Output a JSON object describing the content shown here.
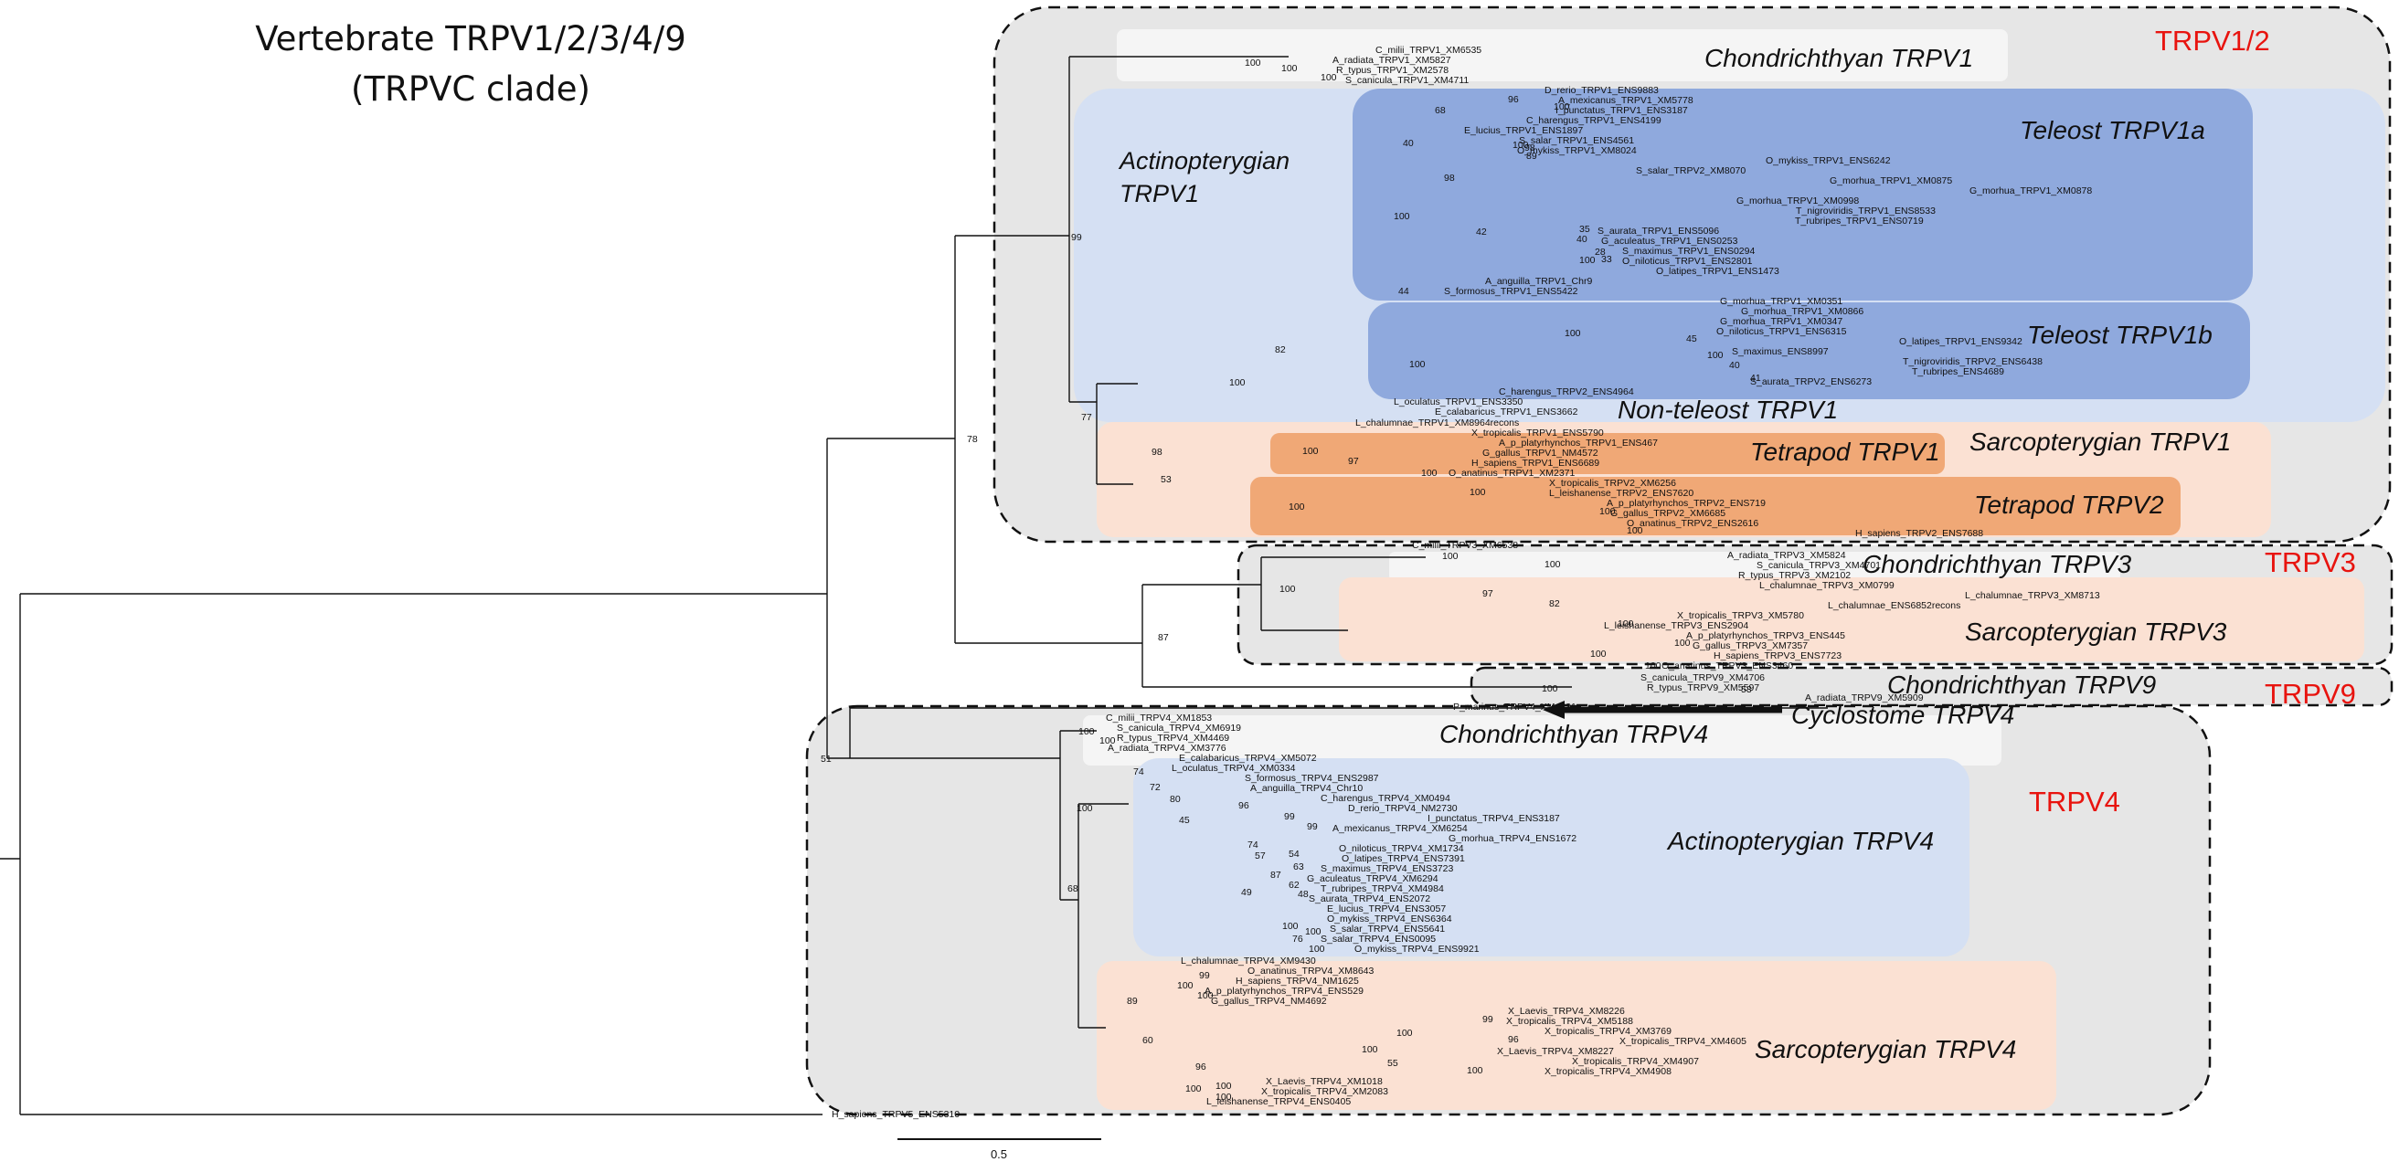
{
  "title_lines": [
    "Vertebrate TRPV1/2/3/4/9",
    "(TRPVC clade)"
  ],
  "clade_labels": [
    "TRPV1/2",
    "TRPV3",
    "TRPV9",
    "TRPV4"
  ],
  "group_labels": [
    "Chondrichthyan TRPV1",
    "Actinopterygian TRPV1",
    "Teleost TRPV1a",
    "Teleost TRPV1b",
    "Non-teleost TRPV1",
    "Sarcopterygian TRPV1",
    "Tetrapod TRPV1",
    "Tetrapod TRPV2",
    "Chondrichthyan TRPV3",
    "Sarcopterygian TRPV3",
    "Chondrichthyan TRPV9",
    "Cyclostome TRPV4",
    "Chondrichthyan TRPV4",
    "Actinopterygian TRPV4",
    "Sarcopterygian TRPV4"
  ],
  "scale_bar": "0.5",
  "colors": {
    "clade_red": "#e8140f",
    "clade_box_fill": "#e6e6e6",
    "chondrichthyan_fill": "#f5f5f5",
    "actinopterygian_fill": "#d5e0f3",
    "teleost_fill": "#8fa9dd",
    "sarcopterygian_fill": "#fbe1d3",
    "tetrapod_fill": "#f0a876"
  },
  "tree": {
    "leaves": [
      "C_milii_TRPV1_XM6535",
      "A_radiata_TRPV1_XM5827",
      "R_typus_TRPV1_XM2578",
      "S_canicula_TRPV1_XM4711",
      "D_rerio_TRPV1_ENS9883",
      "A_mexicanus_TRPV1_XM5778",
      "I_punctatus_TRPV1_ENS3187",
      "C_harengus_TRPV1_ENS4199",
      "E_lucius_TRPV1_ENS1897",
      "S_salar_TRPV1_ENS4561",
      "O_mykiss_TRPV1_XM8024",
      "O_mykiss_TRPV1_ENS6242",
      "S_salar_TRPV2_XM8070",
      "G_morhua_TRPV1_XM0875",
      "G_morhua_TRPV1_XM0878",
      "G_morhua_TRPV1_XM0998",
      "T_nigroviridis_TRPV1_ENS8533",
      "T_rubripes_TRPV1_ENS0719",
      "S_aurata_TRPV1_ENS5096",
      "G_aculeatus_TRPV1_ENS0253",
      "S_maximus_TRPV1_ENS0294",
      "O_niloticus_TRPV1_ENS2801",
      "O_latipes_TRPV1_ENS1473",
      "A_anguilla_TRPV1_Chr9",
      "S_formosus_TRPV1_ENS5422",
      "G_morhua_TRPV1_XM0351",
      "G_morhua_TRPV1_XM0866",
      "G_morhua_TRPV1_XM0347",
      "O_niloticus_TRPV1_ENS6315",
      "O_latipes_TRPV1_ENS9342",
      "S_maximus_ENS8997",
      "T_nigroviridis_TRPV2_ENS6438",
      "T_rubripes_ENS4689",
      "S_aurata_TRPV2_ENS6273",
      "C_harengus_TRPV2_ENS4964",
      "L_oculatus_TRPV1_ENS3350",
      "E_calabaricus_TRPV1_ENS3662",
      "L_chalumnae_TRPV1_XM8964recons",
      "X_tropicalis_TRPV1_ENS5790",
      "A_p_platyrhynchos_TRPV1_ENS467",
      "G_gallus_TRPV1_NM4572",
      "H_sapiens_TRPV1_ENS6689",
      "O_anatinus_TRPV1_XM2371",
      "X_tropicalis_TRPV2_XM6256",
      "L_leishanense_TRPV2_ENS7620",
      "A_p_platyrhynchos_TRPV2_ENS719",
      "G_gallus_TRPV2_XM6685",
      "O_anatinus_TRPV2_ENS2616",
      "H_sapiens_TRPV2_ENS7688",
      "C_milii_TRPV3_XM6538",
      "A_radiata_TRPV3_XM5824",
      "S_canicula_TRPV3_XM4701",
      "R_typus_TRPV3_XM2102",
      "L_chalumnae_TRPV3_XM0799",
      "L_chalumnae_TRPV3_XM8713",
      "L_chalumnae_ENS6852recons",
      "X_tropicalis_TRPV3_XM5780",
      "L_leishanense_TRPV3_ENS2904",
      "A_p_platyrhynchos_TRPV3_ENS445",
      "G_gallus_TRPV3_XM7357",
      "H_sapiens_TRPV3_ENS7723",
      "O_anatinus_TRPV3_ENS3460",
      "S_canicula_TRPV9_XM4706",
      "R_typus_TRPV9_XM5597",
      "A_radiata_TRPV9_XM5909",
      "P_marinus_TRPV4_XM4231",
      "C_milii_TRPV4_XM1853",
      "S_canicula_TRPV4_XM6919",
      "R_typus_TRPV4_XM4469",
      "A_radiata_TRPV4_XM3776",
      "E_calabaricus_TRPV4_XM5072",
      "L_oculatus_TRPV4_XM0334",
      "S_formosus_TRPV4_ENS2987",
      "A_anguilla_TRPV4_Chr10",
      "C_harengus_TRPV4_XM0494",
      "D_rerio_TRPV4_NM2730",
      "I_punctatus_TRPV4_ENS3187",
      "A_mexicanus_TRPV4_XM6254",
      "G_morhua_TRPV4_ENS1672",
      "O_niloticus_TRPV4_XM1734",
      "O_latipes_TRPV4_ENS7391",
      "S_maximus_TRPV4_ENS3723",
      "G_aculeatus_TRPV4_XM6294",
      "T_rubripes_TRPV4_XM4984",
      "S_aurata_TRPV4_ENS2072",
      "E_lucius_TRPV4_ENS3057",
      "O_mykiss_TRPV4_ENS6364",
      "S_salar_TRPV4_ENS5641",
      "S_salar_TRPV4_ENS0095",
      "O_mykiss_TRPV4_ENS9921",
      "L_chalumnae_TRPV4_XM9430",
      "O_anatinus_TRPV4_XM8643",
      "H_sapiens_TRPV4_NM1625",
      "A_p_platyrhynchos_TRPV4_ENS529",
      "G_gallus_TRPV4_NM4692",
      "X_Laevis_TRPV4_XM8226",
      "X_tropicalis_TRPV4_XM5188",
      "X_tropicalis_TRPV4_XM3769",
      "X_tropicalis_TRPV4_XM4605",
      "X_Laevis_TRPV4_XM8227",
      "X_tropicalis_TRPV4_XM4907",
      "X_tropicalis_TRPV4_XM4908",
      "X_Laevis_TRPV4_XM1018",
      "X_tropicalis_TRPV4_XM2083",
      "L_leishanense_TRPV4_ENS0405",
      "H_sapiens_TRPV5_ENS5310"
    ],
    "bootstrap": [
      "100",
      "100",
      "100",
      "96",
      "100",
      "68",
      "40",
      "100",
      "98",
      "98",
      "89",
      "42",
      "35",
      "40",
      "28",
      "33",
      "100",
      "44",
      "100",
      "100",
      "45",
      "100",
      "40",
      "41",
      "100",
      "82",
      "100",
      "99",
      "77",
      "78",
      "98",
      "100",
      "97",
      "100",
      "53",
      "100",
      "100",
      "100",
      "100",
      "100",
      "100",
      "97",
      "82",
      "100",
      "100",
      "100",
      "100",
      "87",
      "100",
      "53",
      "100",
      "51",
      "100",
      "100",
      "100",
      "74",
      "72",
      "80",
      "96",
      "99",
      "99",
      "45",
      "74",
      "57",
      "54",
      "63",
      "87",
      "62",
      "49",
      "48",
      "100",
      "100",
      "76",
      "100",
      "68",
      "99",
      "100",
      "100",
      "89",
      "60",
      "99",
      "100",
      "96",
      "100",
      "55",
      "100",
      "96",
      "100",
      "100",
      "100"
    ]
  }
}
